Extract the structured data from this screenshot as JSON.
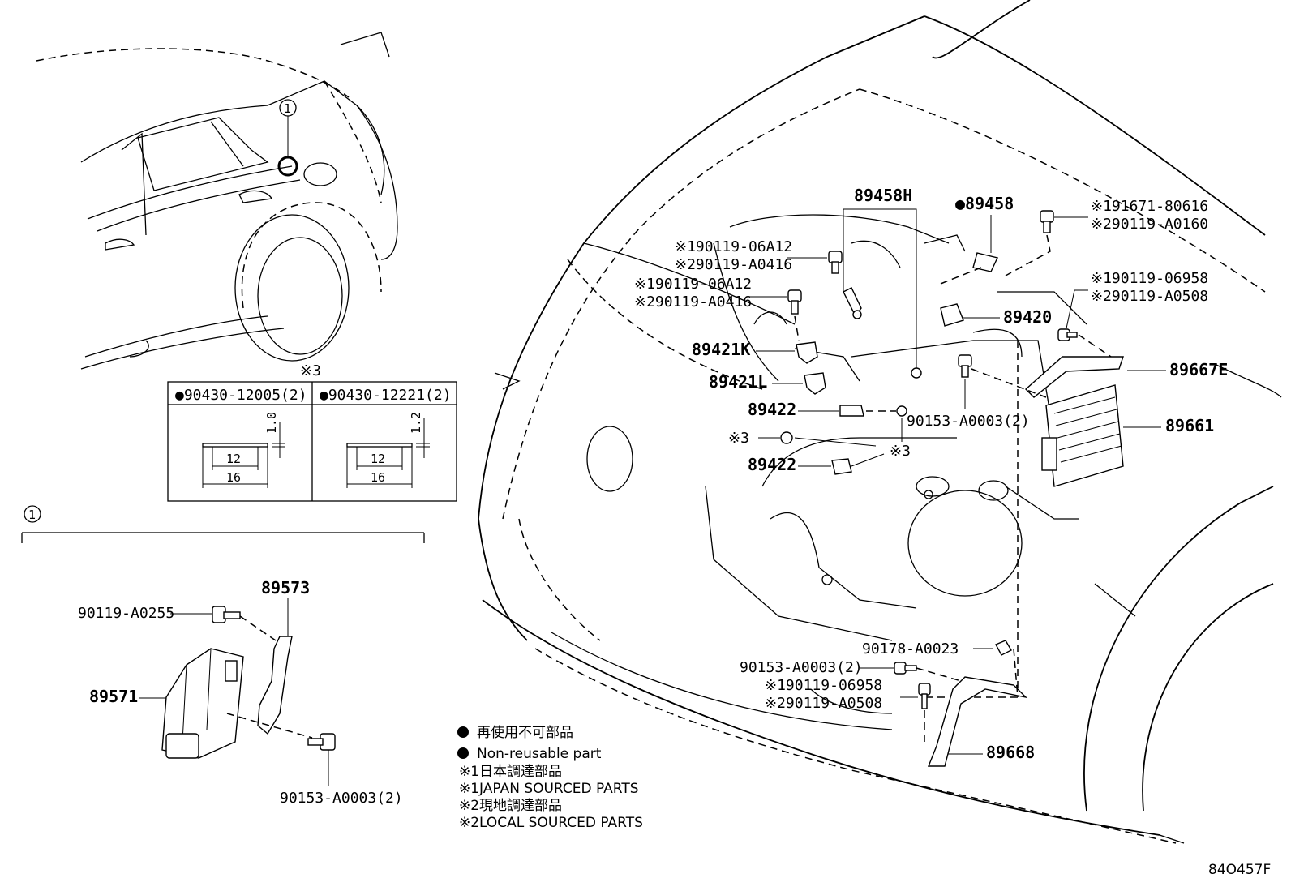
{
  "diagram_code": "84O457F",
  "callout_marker": "1",
  "note_ref": "※3",
  "clip_table": {
    "col1": "●90430-12005(2)",
    "col2": "●90430-12221(2)",
    "col1_dims": {
      "w": "12",
      "l": "16",
      "t": "1.0"
    },
    "col2_dims": {
      "w": "12",
      "l": "16",
      "t": "1.2"
    }
  },
  "detail_1": {
    "part_89573": "89573",
    "bolt_a0255": "90119-A0255",
    "part_89571": "89571",
    "bolt_a0003": "90153-A0003(2)"
  },
  "engine_bay": {
    "p89458H": "89458H",
    "p89458": "●89458",
    "bolt_tr_1": "※191671-80616",
    "bolt_tr_2": "※290119-A0160",
    "bolt_tl_1": "※190119-06A12",
    "bolt_tl_2": "※290119-A0416",
    "bolt_ml_1": "※190119-06A12",
    "bolt_ml_2": "※290119-A0416",
    "p89421K": "89421K",
    "p89421L": "89421L",
    "p89420": "89420",
    "bolt_mr_1": "※190119-06958",
    "bolt_mr_2": "※290119-A0508",
    "p89667E": "89667E",
    "p89661": "89661",
    "bolt_ecu": "90153-A0003(2)",
    "p89422_a": "89422",
    "p89422_b": "89422",
    "note3_a": "※3",
    "note3_b": "※3",
    "nut_a0023": "90178-A0023",
    "bolt_low": "90153-A0003(2)",
    "bolt_br_1": "※190119-06958",
    "bolt_br_2": "※290119-A0508",
    "p89668": "89668"
  },
  "legend": [
    "再使用不可部品",
    "Non-reusable part",
    "※1日本調達部品",
    "※1JAPAN SOURCED PARTS",
    "※2現地調達部品",
    "※2LOCAL SOURCED PARTS"
  ]
}
